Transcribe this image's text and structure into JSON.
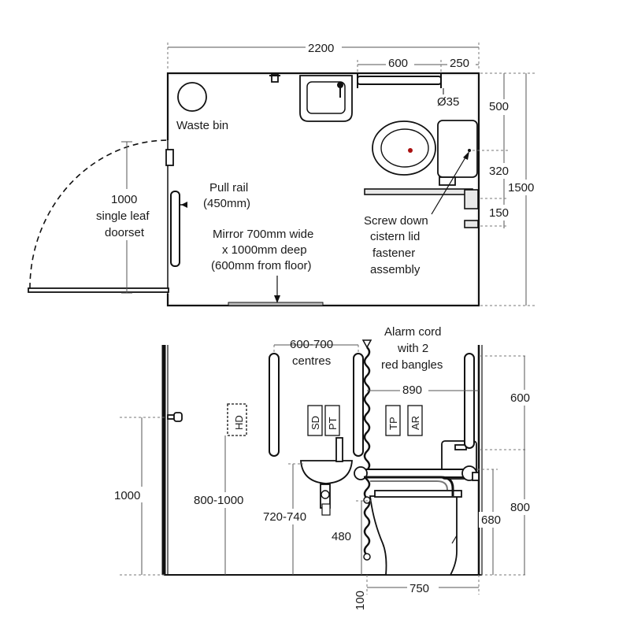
{
  "plan": {
    "overall_width": "2200",
    "rail_length": "600",
    "rail_offset": "250",
    "rail_diameter": "Ø35",
    "dim_500": "500",
    "dim_320": "320",
    "dim_150": "150",
    "overall_depth": "1500",
    "waste_bin": "Waste bin",
    "door_line1": "1000",
    "door_line2": "single leaf",
    "door_line3": "doorset",
    "pull_rail_line1": "Pull rail",
    "pull_rail_line2": "(450mm)",
    "mirror_line1": "Mirror 700mm wide",
    "mirror_line2": "x 1000mm deep",
    "mirror_line3": "(600mm from floor)",
    "screw_line1": "Screw down",
    "screw_line2": "cistern lid",
    "screw_line3": "fastener",
    "screw_line4": "assembly"
  },
  "elevation": {
    "centres_line1": "600-700",
    "centres_line2": "centres",
    "alarm_line1": "Alarm cord",
    "alarm_line2": "with 2",
    "alarm_line3": "red bangles",
    "dim_890": "890",
    "dim_600": "600",
    "dim_1000": "1000",
    "dim_800_1000": "800-1000",
    "dim_720_740": "720-740",
    "dim_480": "480",
    "dim_680": "680",
    "dim_800": "800",
    "dim_750": "750",
    "dim_100": "100",
    "sign_hd": "HD",
    "sign_sd": "SD",
    "sign_pt": "PT",
    "sign_tp": "TP",
    "sign_ar": "AR"
  }
}
